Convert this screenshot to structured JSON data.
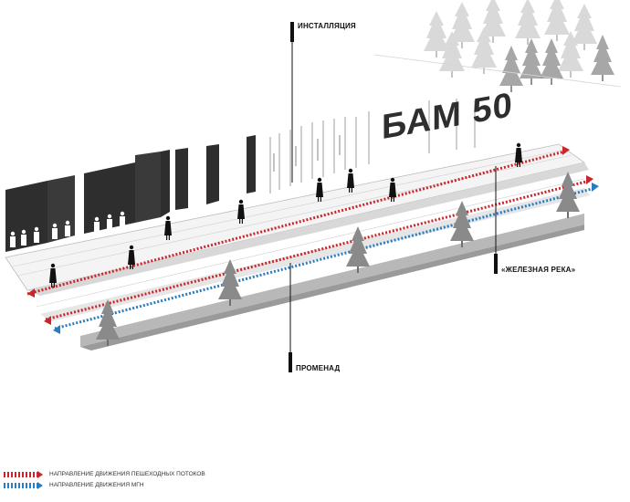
{
  "labels": {
    "installation": "ИНСТАЛЛЯЦИЯ",
    "iron_river": "«ЖЕЛЕЗНАЯ РЕКА»",
    "promenade": "ПРОМЕНАД",
    "sign": "БАМ 50"
  },
  "legend": [
    {
      "text": "НАПРАВЛЕНИЕ ДВИЖЕНИЯ ПЕШЕХОДНЫХ ПОТОКОВ",
      "color": "#c8262c"
    },
    {
      "text": "НАПРАВЛЕНИЕ ДВИЖЕНИЯ МГН",
      "color": "#2a7bc0"
    }
  ],
  "colors": {
    "walls": "#2e2e2e",
    "deck": "#f2f2f2",
    "strip": "#b7b7b7",
    "tree": "#8c8c8c",
    "pedestrian_flow": "#c8262c",
    "mgn_flow": "#2a7bc0"
  }
}
